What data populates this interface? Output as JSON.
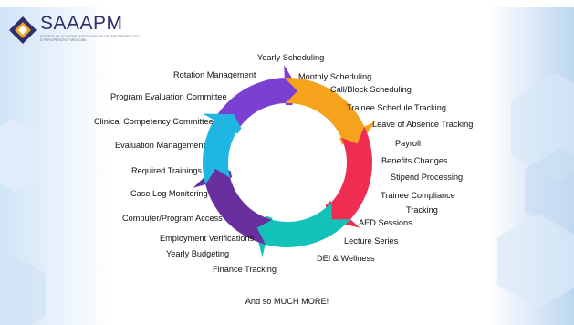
{
  "logo": {
    "name": "SAAAPM",
    "subtitle": "SOCIETY OF ACADEMIC ASSOCIATIONS OF ANESTHESIOLOGY & PERIOPERATIVE MEDICINE"
  },
  "colors": {
    "purple": "#7b3fd2",
    "orange": "#f5a21d",
    "red": "#ef2d52",
    "teal": "#12c2b9",
    "cyan": "#1fb6e1",
    "deep_purple": "#6a2f9e"
  },
  "labels": {
    "yearly_scheduling": "Yearly Scheduling",
    "rotation_management": "Rotation Management",
    "monthly_scheduling": "Monthly Scheduling",
    "call_block_scheduling": "Call/Block Scheduling",
    "program_evaluation_committee": "Program Evaluation Committee",
    "trainee_schedule_tracking": "Trainee Schedule Tracking",
    "clinical_competency_committee": "Clinical Competency Committee",
    "leave_of_absence_tracking": "Leave of Absence Tracking",
    "evaluation_management": "Evaluation Management",
    "payroll": "Payroll",
    "benefits_changes": "Benefits Changes",
    "required_trainings": "Required Trainings",
    "stipend_processing": "Stipend Processing",
    "case_log_monitoring": "Case Log Monitoring",
    "trainee_compliance": "Trainee Compliance",
    "tracking": "Tracking",
    "computer_program_access": "Computer/Program Access",
    "aed_sessions": "AED Sessions",
    "employment_verifications": "Employment Verifications",
    "lecture_series": "Lecture Series",
    "yearly_budgeting": "Yearly Budgeting",
    "dei_wellness": "DEI & Wellness",
    "finance_tracking": "Finance Tracking",
    "and_so_much_more": "And so MUCH MORE!"
  }
}
